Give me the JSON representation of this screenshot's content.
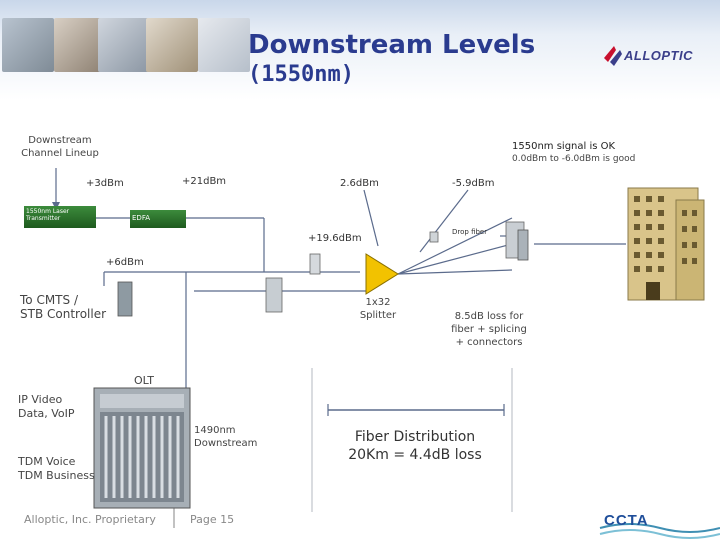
{
  "header": {
    "title": "Downstream Levels",
    "subtitle": "(1550nm)",
    "logo_text": "ALLOPTIC"
  },
  "labels": {
    "channel_lineup": "Downstream\nChannel Lineup",
    "signal_ok_line1": "1550nm signal is OK",
    "signal_ok_line2": "0.0dBm to -6.0dBm is good",
    "level_plus3": "+3dBm",
    "level_plus21": "+21dBm",
    "level_2_6": "2.6dBm",
    "level_minus5_9": "-5.9dBm",
    "level_plus19_6": "+19.6dBm",
    "level_plus6": "+6dBm",
    "transmitter": "1550nm Laser\nTransmitter",
    "edfa": "EDFA",
    "drop_fiber": "Drop fiber",
    "cmts": "To CMTS /\nSTB Controller",
    "splitter": "1x32\nSplitter",
    "loss_note": "8.5dB loss for\nfiber + splicing\n+ connectors",
    "olt": "OLT",
    "ip_video": "IP Video\nData, VoIP",
    "tdm": "TDM Voice\nTDM Business",
    "downstream_1490": "1490nm\nDownstream",
    "fiber_distribution": "Fiber Distribution\n20Km = 4.4dB loss"
  },
  "footer": {
    "company": "Alloptic, Inc. Proprietary",
    "page": "Page 15",
    "ccta": "CCTA"
  },
  "colors": {
    "title": "#2a3b8f",
    "edfa_green": "#2e7d32",
    "splitter_yellow": "#f2c200",
    "building_tan": "#d9c48a"
  }
}
